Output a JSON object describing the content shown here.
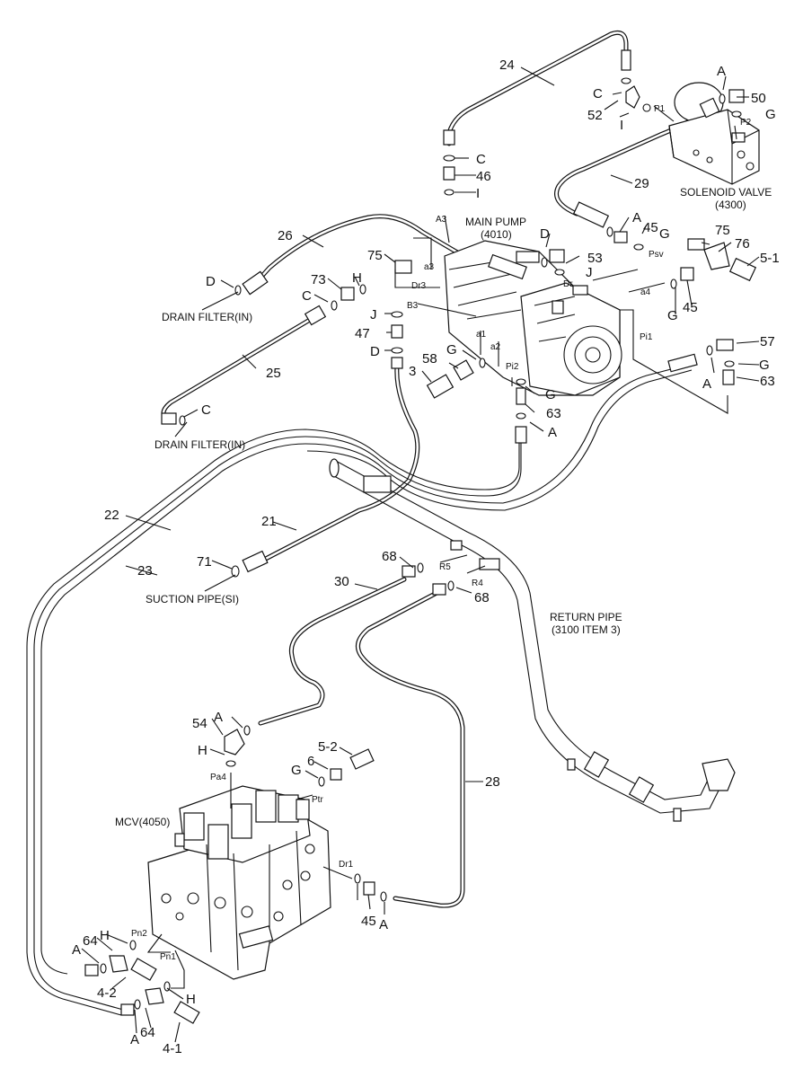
{
  "diagram": {
    "callout_numbers": {
      "n24": "24",
      "n50": "50",
      "n52": "52",
      "n46": "46",
      "n29": "29",
      "n26": "26",
      "n45a": "45",
      "n53": "53",
      "n75a": "75",
      "n73": "73",
      "n75b": "75",
      "n76": "76",
      "n5_1": "5-1",
      "n45b": "45",
      "n47": "47",
      "n57": "57",
      "n58": "58",
      "n3": "3",
      "n25": "25",
      "n63a": "63",
      "n63b": "63",
      "n22": "22",
      "n21": "21",
      "n23": "23",
      "n71": "71",
      "n68a": "68",
      "n68b": "68",
      "n30": "30",
      "n54": "54",
      "n5_2": "5-2",
      "n6": "6",
      "n28": "28",
      "n45c": "45",
      "n64a": "64",
      "n4_2": "4-2",
      "n64b": "64",
      "n4_1": "4-1"
    },
    "letter_labels": {
      "A1": "A",
      "C1": "C",
      "G1": "G",
      "I1": "I",
      "C2": "C",
      "I2": "I",
      "A2": "A",
      "D1": "D",
      "G2": "G",
      "J1": "J",
      "D2": "D",
      "C3": "C",
      "H1": "H",
      "J2": "J",
      "G3": "G",
      "D3": "D",
      "G4": "G",
      "A3": "A",
      "G5": "G",
      "A4": "A",
      "C4": "C",
      "A5": "A",
      "H2": "H",
      "G6": "G",
      "G7": "G",
      "A6": "A",
      "A7": "A",
      "H3": "H",
      "H4": "H",
      "A8": "A"
    },
    "port_labels": {
      "P1": "P1",
      "P2": "P2",
      "A3": "A3",
      "a3": "a3",
      "Dr3": "Dr3",
      "B3": "B3",
      "a1": "a1",
      "a2": "a2",
      "Dr": "Dr",
      "Psv": "Psv",
      "a4": "a4",
      "Pi1": "Pi1",
      "Pi2": "Pi2",
      "R5": "R5",
      "R4": "R4",
      "Pa4": "Pa4",
      "Ptr": "Ptr",
      "Dr1": "Dr1",
      "Pn2": "Pn2",
      "Pn1": "Pn1"
    },
    "captions": {
      "solenoid_valve": "SOLENOID VALVE",
      "solenoid_valve_item": "(4300)",
      "main_pump": "MAIN PUMP",
      "main_pump_item": "(4010)",
      "drain_filter_1": "DRAIN FILTER(IN)",
      "drain_filter_2": "DRAIN FILTER(IN)",
      "suction_pipe": "SUCTION PIPE(SI)",
      "return_pipe": "RETURN PIPE",
      "return_pipe_item": "(3100 ITEM 3)",
      "mcv": "MCV(4050)"
    }
  }
}
